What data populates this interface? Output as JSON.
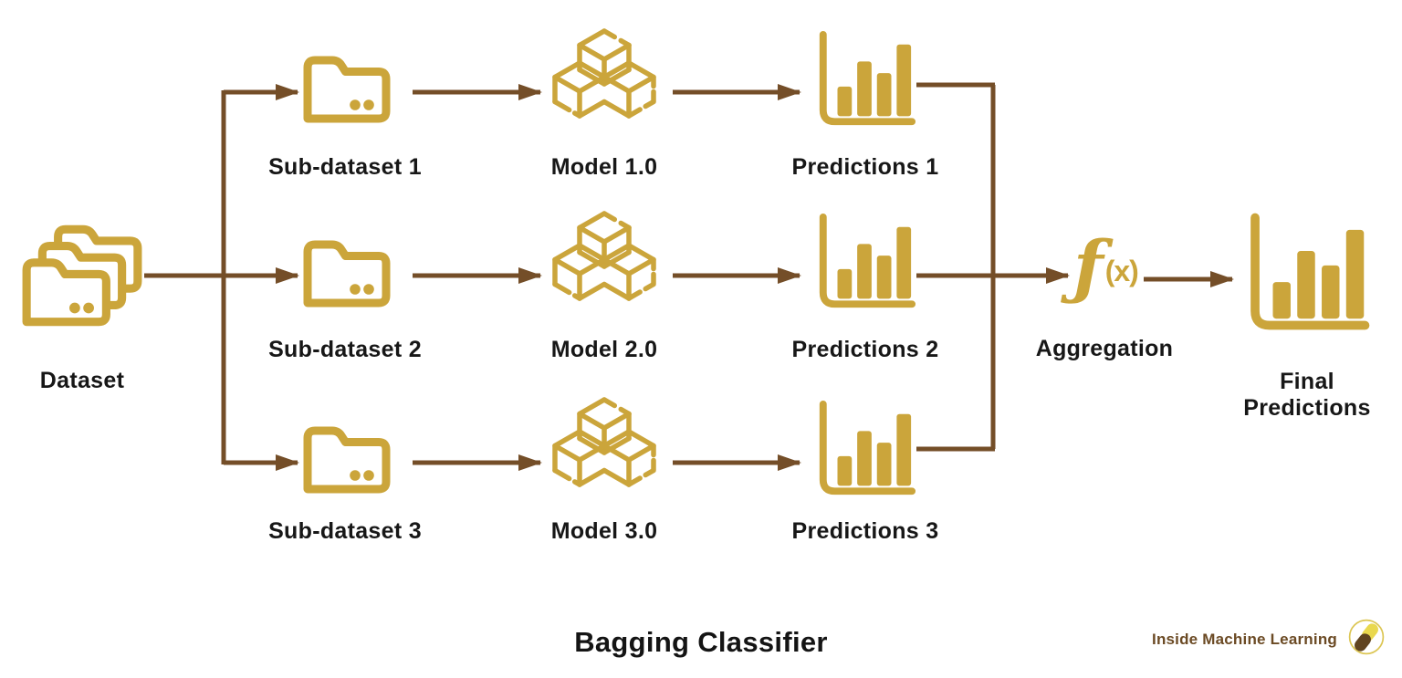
{
  "title": "Bagging Classifier",
  "palette": {
    "gold": "#CBA53B",
    "arrow_brown": "#744E28",
    "text_ink": "#171717",
    "brand_brown": "#6B4A24",
    "logo_yellow": "#E9D84E",
    "logo_dark_bean": "#5F4320"
  },
  "nodes": {
    "dataset": {
      "label": "Dataset"
    },
    "rows": [
      {
        "subdataset_label": "Sub-dataset 1",
        "model_label": "Model 1.0",
        "predictions_label": "Predictions 1"
      },
      {
        "subdataset_label": "Sub-dataset 2",
        "model_label": "Model 2.0",
        "predictions_label": "Predictions 2"
      },
      {
        "subdataset_label": "Sub-dataset 3",
        "model_label": "Model 3.0",
        "predictions_label": "Predictions 3"
      }
    ],
    "aggregation": {
      "symbol_f": "ƒ",
      "symbol_args": "(x)",
      "label": "Aggregation"
    },
    "final_predictions": {
      "label_line1": "Final",
      "label_line2": "Predictions"
    }
  },
  "branding": {
    "text": "Inside Machine Learning"
  }
}
